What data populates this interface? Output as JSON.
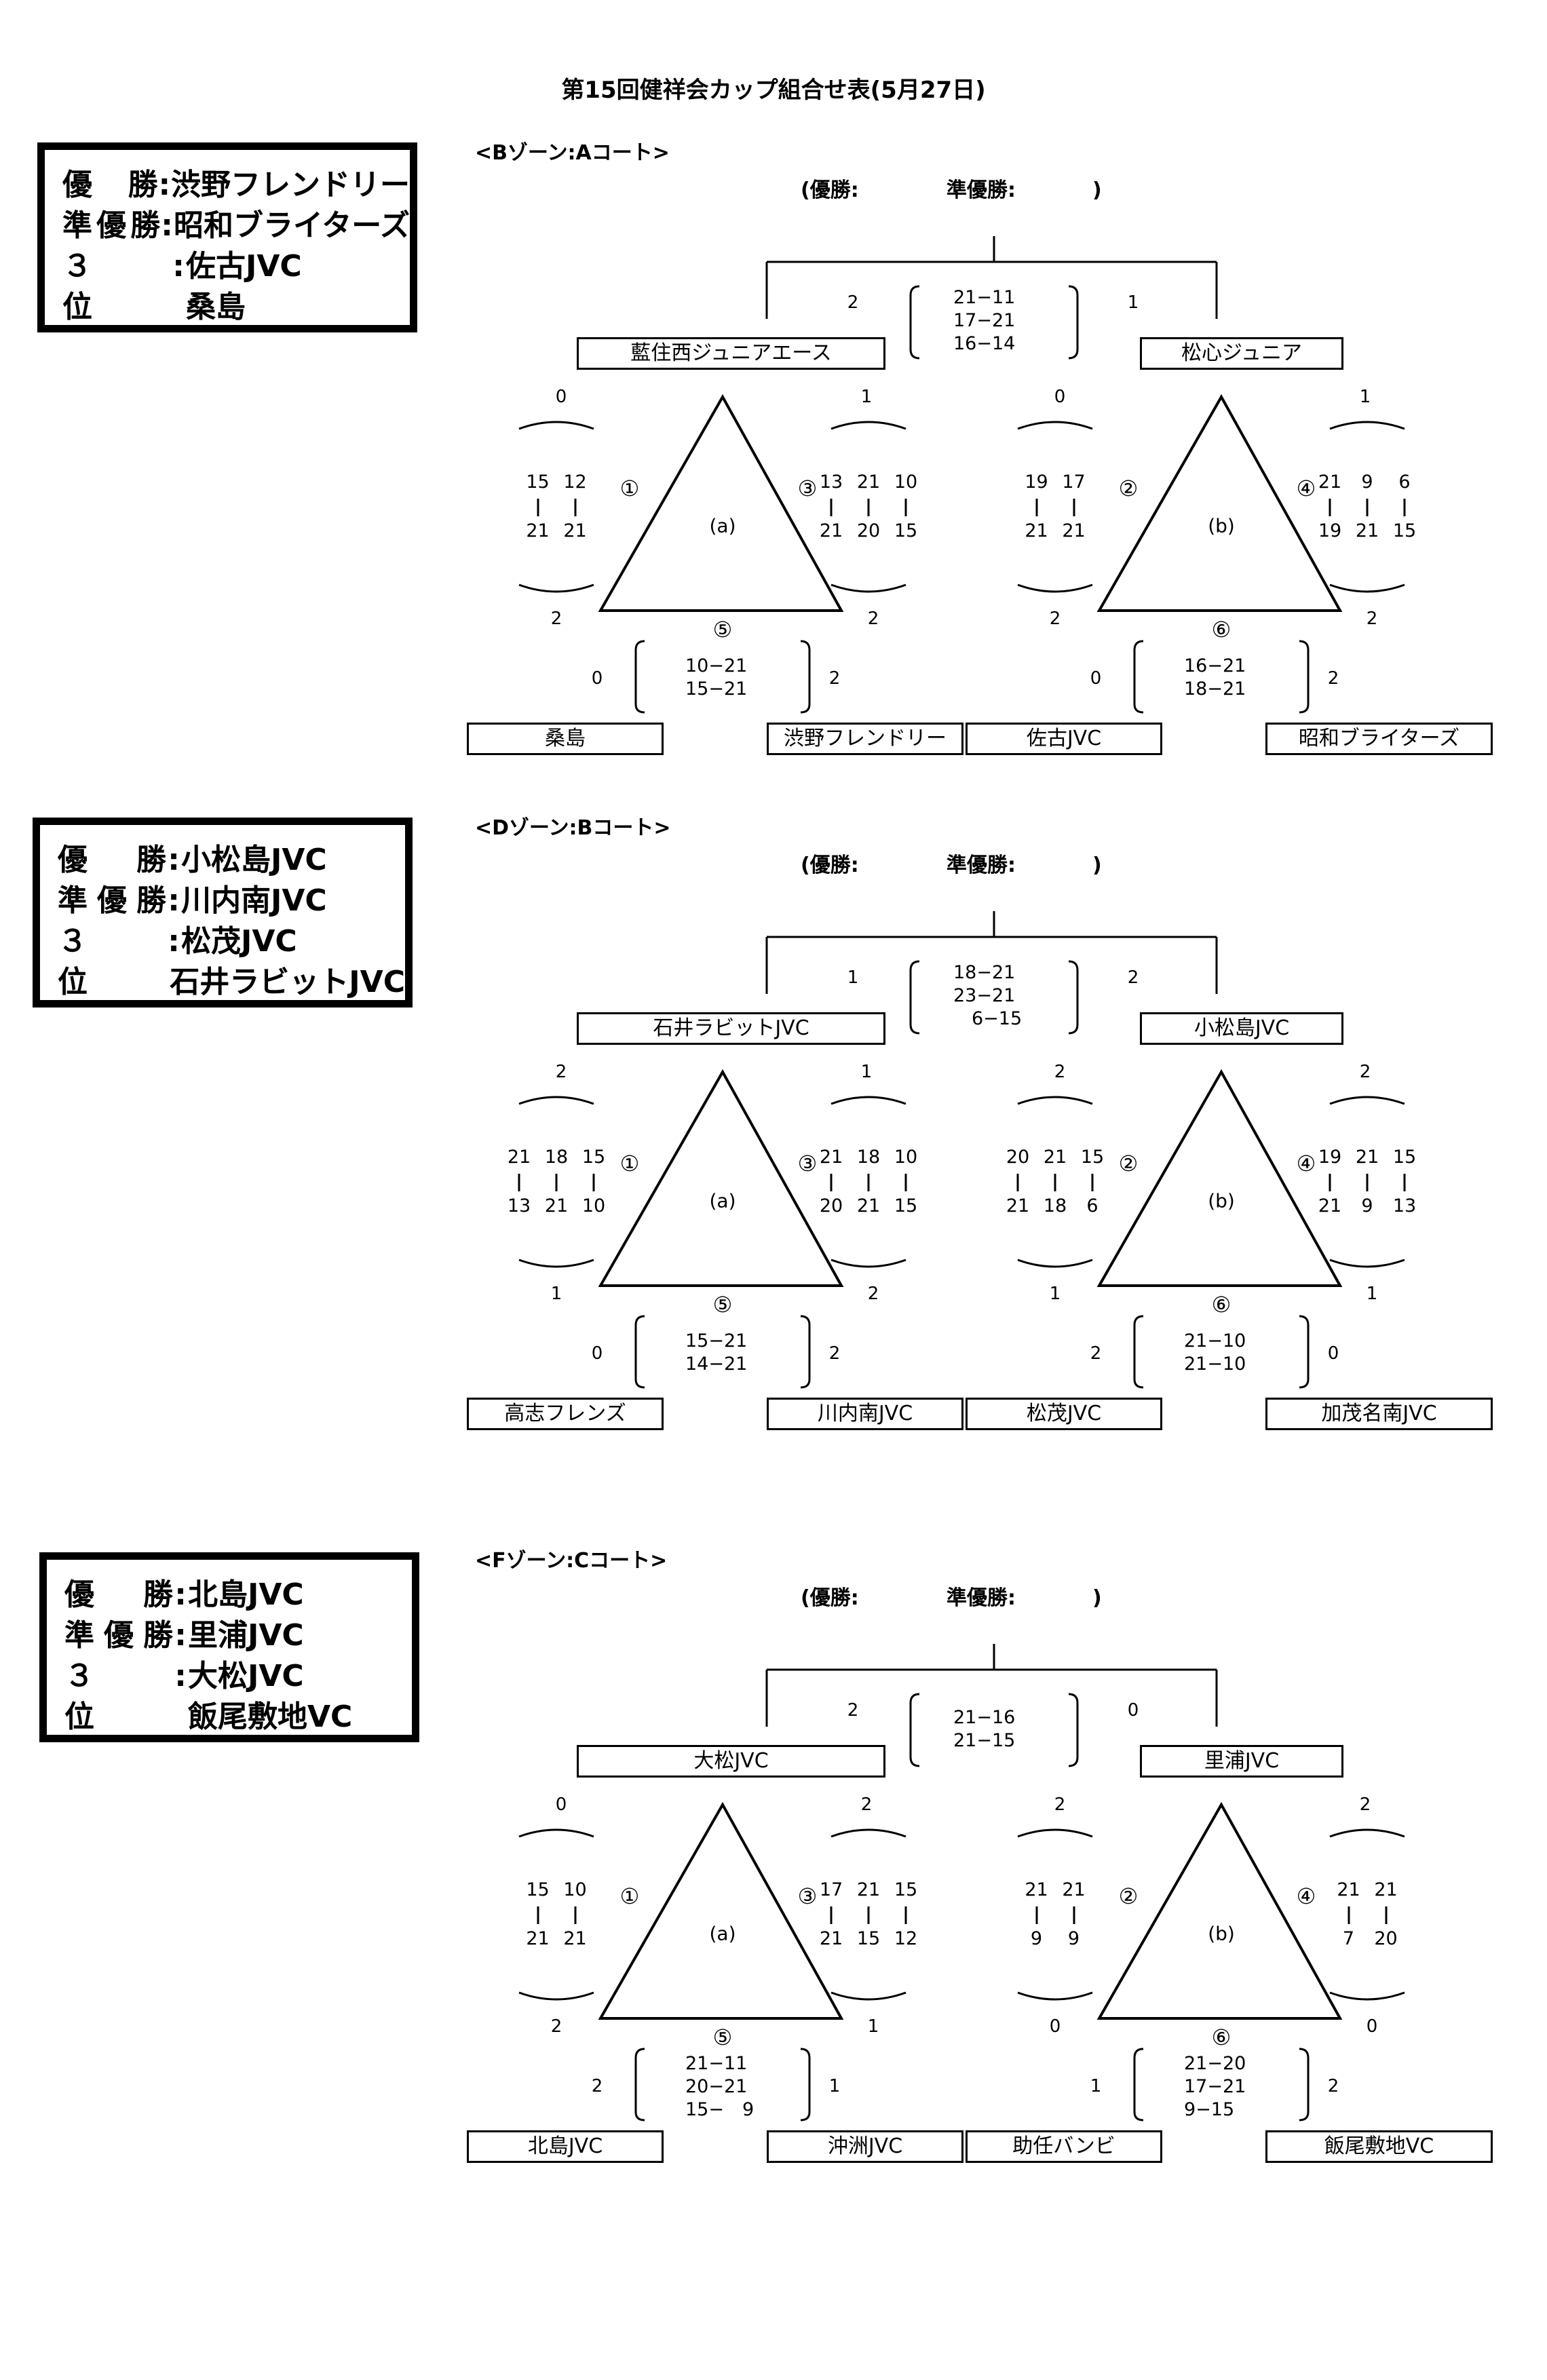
{
  "document": {
    "title": "第15回健祥会カップ組合せ表(5月27日)"
  },
  "zones": [
    {
      "id": "B",
      "title": "<Bゾーン:Aコート>",
      "final_header": {
        "open": "(優勝:",
        "runner_up": "準優勝:",
        "close": ")"
      },
      "results": {
        "winner_label": "優　勝",
        "winner": "渋野フレンドリー",
        "runner_label": "準優勝",
        "runner": "昭和ブライターズ",
        "third_label": "３　　位",
        "third": [
          "佐古JVC",
          "桑島"
        ],
        "colon": ":"
      },
      "final": {
        "left_team": "藍住西ジュニアエース",
        "right_team": "松心ジュニア",
        "left_sets": "2",
        "right_sets": "1",
        "scores": [
          "21−11",
          "17−21",
          "16−14"
        ]
      },
      "pools": [
        {
          "label": "(a)",
          "top_team": "藍住西ジュニアエース",
          "bottom_left": "桑島",
          "bottom_right": "渋野フレンドリー",
          "left": {
            "no": "①",
            "top_sets": "0",
            "bottom_sets": "2",
            "top_row": [
              "15",
              "12"
            ],
            "bottom_row": [
              "21",
              "21"
            ]
          },
          "right": {
            "no": "③",
            "top_sets": "1",
            "bottom_sets": "2",
            "top_row": [
              "13",
              "21",
              "10"
            ],
            "bottom_row": [
              "21",
              "20",
              "15"
            ]
          },
          "bottom": {
            "no": "⑤",
            "left_sets": "0",
            "right_sets": "2",
            "scores": [
              "10−21",
              "15−21"
            ]
          }
        },
        {
          "label": "(b)",
          "top_team": "松心ジュニア",
          "bottom_left": "佐古JVC",
          "bottom_right": "昭和ブライターズ",
          "left": {
            "no": "②",
            "top_sets": "0",
            "bottom_sets": "2",
            "top_row": [
              "19",
              "17"
            ],
            "bottom_row": [
              "21",
              "21"
            ]
          },
          "right": {
            "no": "④",
            "top_sets": "1",
            "bottom_sets": "2",
            "top_row": [
              "21",
              "9",
              "6"
            ],
            "bottom_row": [
              "19",
              "21",
              "15"
            ]
          },
          "bottom": {
            "no": "⑥",
            "left_sets": "0",
            "right_sets": "2",
            "scores": [
              "16−21",
              "18−21"
            ]
          }
        }
      ]
    },
    {
      "id": "D",
      "title": "<Dゾーン:Bコート>",
      "final_header": {
        "open": "(優勝:",
        "runner_up": "準優勝:",
        "close": ")"
      },
      "results": {
        "winner_label": "優　勝",
        "winner": "小松島JVC",
        "runner_label": "準優勝",
        "runner": "川内南JVC",
        "third_label": "３　　位",
        "third": [
          "松茂JVC",
          "石井ラビットJVC"
        ],
        "colon": ":"
      },
      "final": {
        "left_team": "石井ラビットJVC",
        "right_team": "小松島JVC",
        "left_sets": "1",
        "right_sets": "2",
        "scores": [
          "18−21",
          "23−21",
          "　6−15"
        ]
      },
      "pools": [
        {
          "label": "(a)",
          "top_team": "石井ラビットJVC",
          "bottom_left": "高志フレンズ",
          "bottom_right": "川内南JVC",
          "left": {
            "no": "①",
            "top_sets": "2",
            "bottom_sets": "1",
            "top_row": [
              "21",
              "18",
              "15"
            ],
            "bottom_row": [
              "13",
              "21",
              "10"
            ]
          },
          "right": {
            "no": "③",
            "top_sets": "1",
            "bottom_sets": "2",
            "top_row": [
              "21",
              "18",
              "10"
            ],
            "bottom_row": [
              "20",
              "21",
              "15"
            ]
          },
          "bottom": {
            "no": "⑤",
            "left_sets": "0",
            "right_sets": "2",
            "scores": [
              "15−21",
              "14−21"
            ]
          }
        },
        {
          "label": "(b)",
          "top_team": "小松島JVC",
          "bottom_left": "松茂JVC",
          "bottom_right": "加茂名南JVC",
          "left": {
            "no": "②",
            "top_sets": "2",
            "bottom_sets": "1",
            "top_row": [
              "20",
              "21",
              "15"
            ],
            "bottom_row": [
              "21",
              "18",
              "6"
            ]
          },
          "right": {
            "no": "④",
            "top_sets": "2",
            "bottom_sets": "1",
            "top_row": [
              "19",
              "21",
              "15"
            ],
            "bottom_row": [
              "21",
              "9",
              "13"
            ]
          },
          "bottom": {
            "no": "⑥",
            "left_sets": "2",
            "right_sets": "0",
            "scores": [
              "21−10",
              "21−10"
            ]
          }
        }
      ]
    },
    {
      "id": "F",
      "title": "<Fゾーン:Cコート>",
      "final_header": {
        "open": "(優勝:",
        "runner_up": "準優勝:",
        "close": ")"
      },
      "results": {
        "winner_label": "優　勝",
        "winner": "北島JVC",
        "runner_label": "準優勝",
        "runner": "里浦JVC",
        "third_label": "３　　位",
        "third": [
          "大松JVC",
          "飯尾敷地VC"
        ],
        "colon": ":"
      },
      "final": {
        "left_team": "大松JVC",
        "right_team": "里浦JVC",
        "left_sets": "2",
        "right_sets": "0",
        "scores": [
          "21−16",
          "21−15"
        ]
      },
      "pools": [
        {
          "label": "(a)",
          "top_team": "大松JVC",
          "bottom_left": "北島JVC",
          "bottom_right": "沖洲JVC",
          "left": {
            "no": "①",
            "top_sets": "0",
            "bottom_sets": "2",
            "top_row": [
              "15",
              "10"
            ],
            "bottom_row": [
              "21",
              "21"
            ]
          },
          "right": {
            "no": "③",
            "top_sets": "2",
            "bottom_sets": "1",
            "top_row": [
              "17",
              "21",
              "15"
            ],
            "bottom_row": [
              "21",
              "15",
              "12"
            ]
          },
          "bottom": {
            "no": "⑤",
            "left_sets": "2",
            "right_sets": "1",
            "scores": [
              "21−11",
              "20−21",
              "15−　9"
            ]
          }
        },
        {
          "label": "(b)",
          "top_team": "里浦JVC",
          "bottom_left": "助任バンビ",
          "bottom_right": "飯尾敷地VC",
          "left": {
            "no": "②",
            "top_sets": "2",
            "bottom_sets": "0",
            "top_row": [
              "21",
              "21"
            ],
            "bottom_row": [
              "9",
              "9"
            ]
          },
          "right": {
            "no": "④",
            "top_sets": "2",
            "bottom_sets": "0",
            "top_row": [
              "21",
              "21"
            ],
            "bottom_row": [
              "7",
              "20"
            ]
          },
          "bottom": {
            "no": "⑥",
            "left_sets": "1",
            "right_sets": "2",
            "scores": [
              "21−20",
              "17−21",
              "9−15"
            ]
          }
        }
      ]
    }
  ]
}
